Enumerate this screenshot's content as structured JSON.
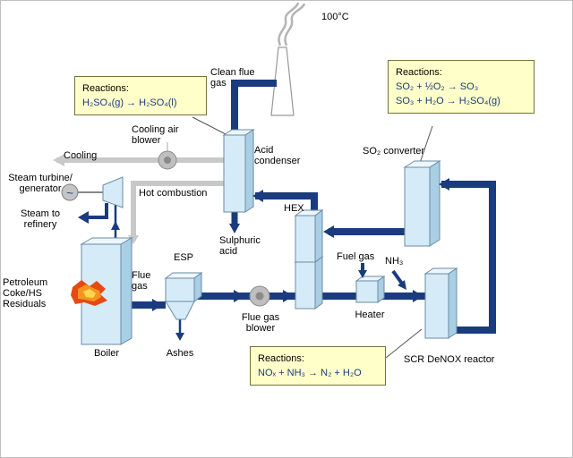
{
  "colors": {
    "pipe": "#1a3b7d",
    "cooling_pipe": "#c9c9c9",
    "equipment": "#d6ebf8",
    "note_background": "#ffffca"
  },
  "labels": {
    "temperature": "100°C",
    "clean_flue_gas": "Clean flue gas",
    "cooling": "Cooling",
    "cooling_air_blower": "Cooling air blower",
    "hot_combustion": "Hot combustion",
    "steam_turbine_generator": "Steam turbine/ generator",
    "steam_to_refinery": "Steam to refinery",
    "petroleum_feed": "Petroleum Coke/HS Residuals",
    "boiler": "Boiler",
    "flue_gas": "Flue gas",
    "esp": "ESP",
    "ashes": "Ashes",
    "flue_gas_blower": "Flue gas blower",
    "sulphuric_acid": "Sulphuric acid",
    "acid_condenser": "Acid condenser",
    "hex": "HEX",
    "fuel_gas": "Fuel gas",
    "nh3": "NH₃",
    "heater": "Heater",
    "so2_converter": "SO₂ converter",
    "scr_denox_reactor": "SCR DeNOX reactor",
    "generator_symbol": "~"
  },
  "notes": {
    "condenser": {
      "title": "Reactions:",
      "line1": "H₂SO₄(g) → H₂SO₄(l)"
    },
    "converter": {
      "title": "Reactions:",
      "line1": "SO₂ + ½O₂ → SO₃",
      "line2": "SO₃ + H₂O → H₂SO₄(g)"
    },
    "scr": {
      "title": "Reactions:",
      "line1": "NOₓ + NH₃ → N₂ + H₂O"
    }
  }
}
